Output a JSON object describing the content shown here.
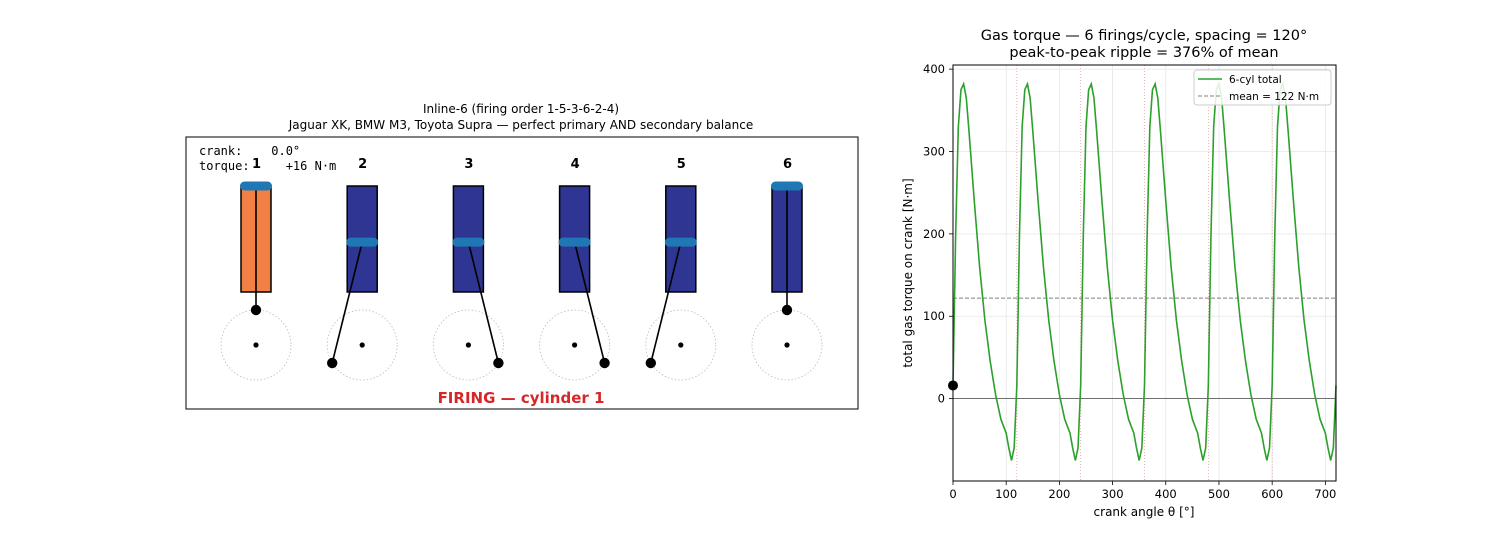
{
  "engine_panel": {
    "title_line1": "Inline-6 (firing order 1-5-3-6-2-4)",
    "title_line2": "Jaguar XK, BMW M3, Toyota Supra — perfect primary AND secondary balance",
    "crank_readout": "crank:    0.0°",
    "torque_readout": "torque:     +16 N·m",
    "firing_text": "FIRING — cylinder 1",
    "firing_color": "#d62728",
    "cylinders": [
      {
        "label": "1",
        "state": "firing",
        "piston_position": 1.0,
        "crank_angle_deg": 0
      },
      {
        "label": "2",
        "state": "idle",
        "piston_position": 0.5,
        "crank_angle_deg": 240
      },
      {
        "label": "3",
        "state": "idle",
        "piston_position": 0.5,
        "crank_angle_deg": 120
      },
      {
        "label": "4",
        "state": "idle",
        "piston_position": 0.5,
        "crank_angle_deg": 120
      },
      {
        "label": "5",
        "state": "idle",
        "piston_position": 0.5,
        "crank_angle_deg": 240
      },
      {
        "label": "6",
        "state": "idle",
        "piston_position": 1.0,
        "crank_angle_deg": 0
      }
    ],
    "colors": {
      "firing_cylinder": "#f28044",
      "idle_cylinder": "#2e3592",
      "piston": "#1f77b4",
      "rod": "#000000"
    }
  },
  "chart_data": {
    "type": "line",
    "title": "Gas torque — 6 firings/cycle, spacing = 120°",
    "subtitle": "peak-to-peak ripple = 376% of mean",
    "xlabel": "crank angle θ [°]",
    "ylabel": "total gas torque on crank [N·m]",
    "xlim": [
      0,
      720
    ],
    "ylim": [
      -100,
      405
    ],
    "xticks": [
      0,
      100,
      200,
      300,
      400,
      500,
      600,
      700
    ],
    "yticks": [
      0,
      100,
      200,
      300,
      400
    ],
    "grid": true,
    "legend_position": "top-right",
    "firing_angles": [
      0,
      120,
      240,
      360,
      480,
      600,
      720
    ],
    "series": [
      {
        "name": "6-cyl total",
        "color": "#2ca02c",
        "x": [
          0,
          5,
          10,
          15,
          20,
          25,
          30,
          40,
          50,
          60,
          70,
          80,
          90,
          100,
          105,
          110,
          115,
          120
        ],
        "y": [
          16,
          200,
          330,
          375,
          382,
          365,
          325,
          240,
          160,
          95,
          45,
          5,
          -25,
          -42,
          -60,
          -75,
          -60,
          16
        ]
      },
      {
        "name": "mean = 122 N·m",
        "color": "#808080",
        "x": [
          0,
          720
        ],
        "y": [
          122,
          122
        ]
      }
    ],
    "markers": [
      {
        "x": 0,
        "y": 16
      }
    ]
  }
}
